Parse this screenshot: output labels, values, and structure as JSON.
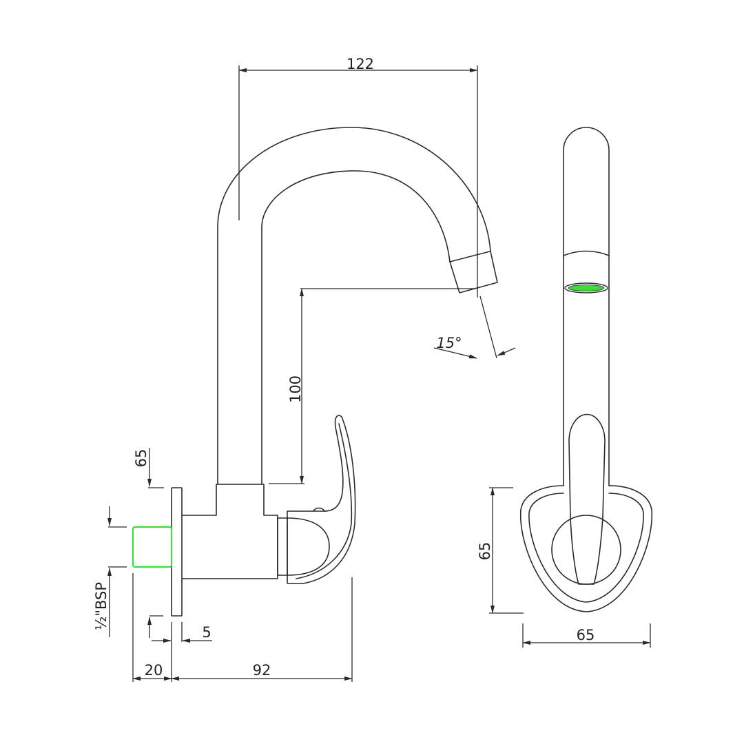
{
  "drawing": {
    "title": "Sink tap technical drawing",
    "colors": {
      "line": "#2a2a2a",
      "inlet": "#3cdc3c",
      "aerator": "#3cdc3c"
    },
    "side_view": {
      "spout_reach": "122",
      "spout_height": "100",
      "spout_angle": "15°",
      "wall_offset": "65",
      "inlet_thread": "½\"BSP",
      "plate_thickness": "5",
      "inlet_length": "20",
      "body_depth": "92"
    },
    "front_view": {
      "base_height": "65",
      "base_width": "65"
    }
  }
}
